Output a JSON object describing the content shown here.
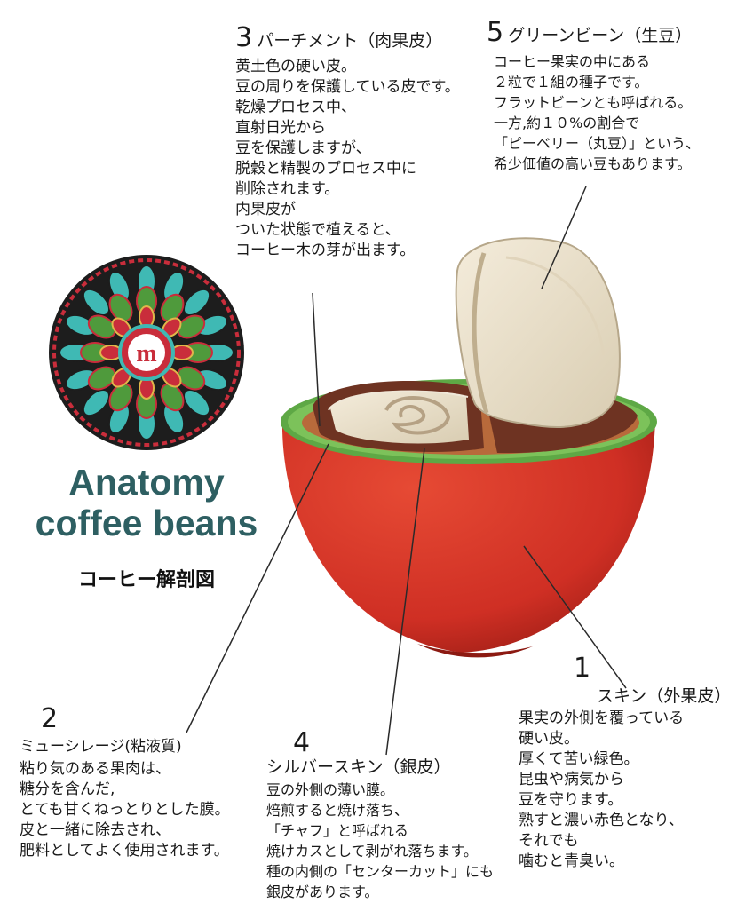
{
  "title_lines": [
    "Anatomy",
    "coffee beans"
  ],
  "subtitle": "コーヒー解剖図",
  "logo_letter": "m",
  "colors": {
    "title": "#2e5f62",
    "cherry_red": "#d7352b",
    "cherry_dark": "#a52118",
    "skin_green": "#5ea845",
    "bean": "#ece3d0",
    "parchment": "#7a3a26",
    "mandala_bg": "#1d1d1d",
    "mandala_teal": "#3fb9b4",
    "mandala_green": "#4f9a3c",
    "mandala_red": "#c92d3b"
  },
  "parts": [
    {
      "id": "skin",
      "number": "1",
      "heading": "スキン（外果皮）",
      "lines": [
        "果実の外側を覆っている",
        "硬い皮。",
        "厚くて苦い緑色。",
        "昆虫や病気から",
        "豆を守ります。",
        "熟すと濃い赤色となり、",
        "それでも",
        "噛むと青臭い。"
      ]
    },
    {
      "id": "mucilage",
      "number": "2",
      "heading": "ミューシレージ(粘液質)",
      "lines": [
        "粘り気のある果肉は、",
        "糖分を含んだ,",
        "とても甘くねっとりとした膜。",
        "皮と一緒に除去され、",
        "肥料としてよく使用されます。"
      ]
    },
    {
      "id": "parchment",
      "number": "3",
      "heading": "パーチメント（肉果皮）",
      "lines": [
        "黄土色の硬い皮。",
        "豆の周りを保護している皮です。",
        "乾燥プロセス中、",
        "直射日光から",
        "豆を保護しますが、",
        "脱穀と精製のプロセス中に",
        "削除されます。",
        "内果皮が",
        "ついた状態で植えると、",
        "コーヒー木の芽が出ます。"
      ]
    },
    {
      "id": "silverskin",
      "number": "4",
      "heading": "シルバースキン（銀皮）",
      "lines": [
        "豆の外側の薄い膜。",
        "焙煎すると焼け落ち、",
        "「チャフ」と呼ばれる",
        "焼けカスとして剥がれ落ちます。",
        "種の内側の「センターカット」にも",
        "銀皮があります。"
      ]
    },
    {
      "id": "greenbean",
      "number": "5",
      "heading": "グリーンビーン（生豆）",
      "lines": [
        "コーヒー果実の中にある",
        "２粒で１組の種子です。",
        "フラットビーンとも呼ばれる。",
        "一方,約１０%の割合で",
        "「ピーベリー（丸豆）」という、",
        "希少価値の高い豆もあります。"
      ]
    }
  ]
}
